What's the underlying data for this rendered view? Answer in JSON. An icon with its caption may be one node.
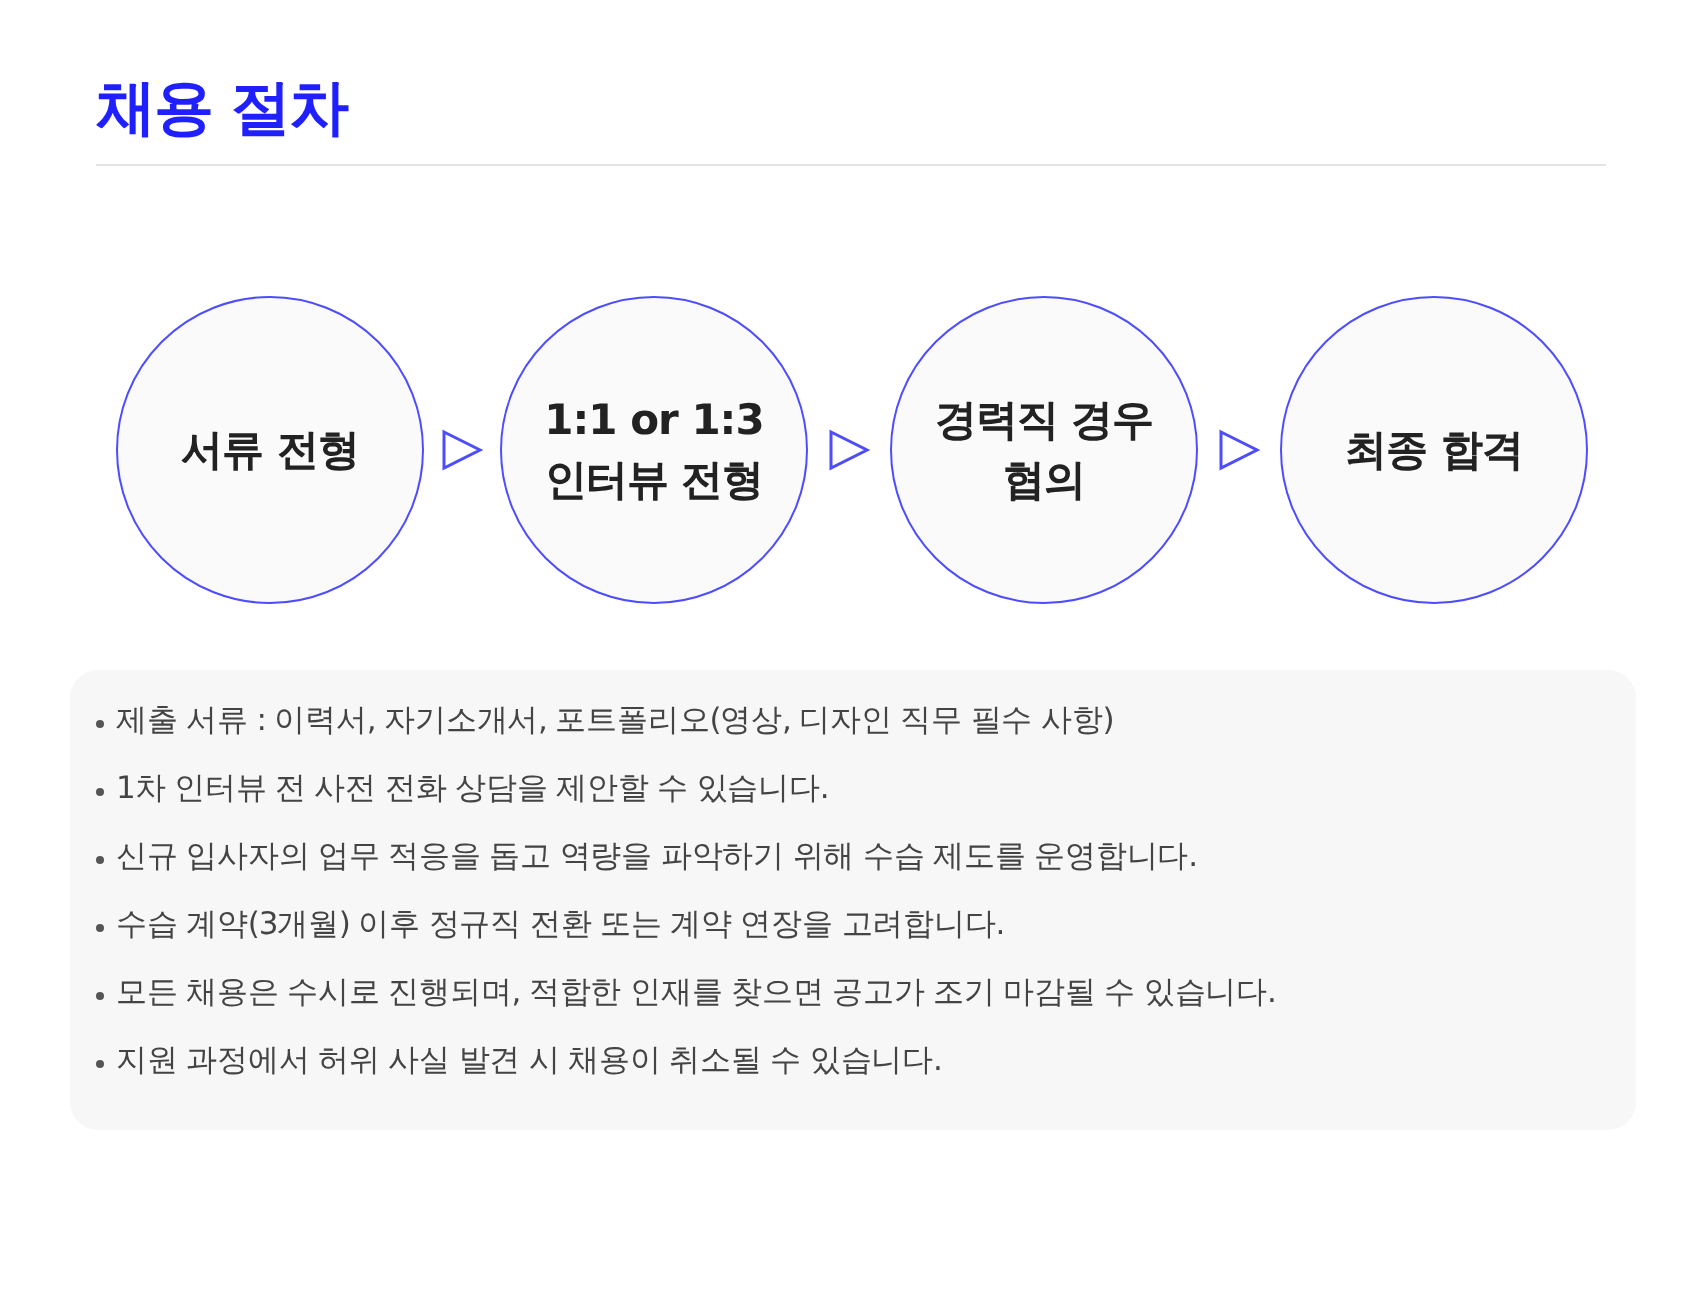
{
  "diagram": {
    "title": "채용 절차",
    "nodes": [
      {
        "text": [
          "서류 전형"
        ]
      },
      {
        "text": [
          "1:1 or 1:3 인터뷰 전형"
        ]
      },
      {
        "text": [
          "경력직 경우 협의"
        ]
      },
      {
        "text": [
          "최종 합격"
        ]
      }
    ],
    "edges": [
      {
        "from": 0,
        "to": 1,
        "arrow": "to"
      },
      {
        "from": 1,
        "to": 2,
        "arrow": "to"
      },
      {
        "from": 2,
        "to": 3,
        "arrow": "to"
      }
    ],
    "labels": [
      "제출 서류 : 이력서, 자기소개서, 포트폴리오(영상, 디자인 직무 필수 사항)",
      "1차 인터뷰 전 사전 전화 상담을 제안할 수 있습니다.",
      "신규 입사자의 업무 적응을 돕고 역량을 파악하기 위해 수습 제도를 운영합니다.",
      "수습 계약(3개월) 이후 정규직 전환 또는 계약 연장을 고려합니다.",
      "모든 채용은 수시로 진행되며, 적합한 인재를 찾으면 공고가 조기 마감될 수 있습니다.",
      "지원 과정에서 허위 사실 발견 시 채용이 취소될 수 있습니다."
    ]
  }
}
